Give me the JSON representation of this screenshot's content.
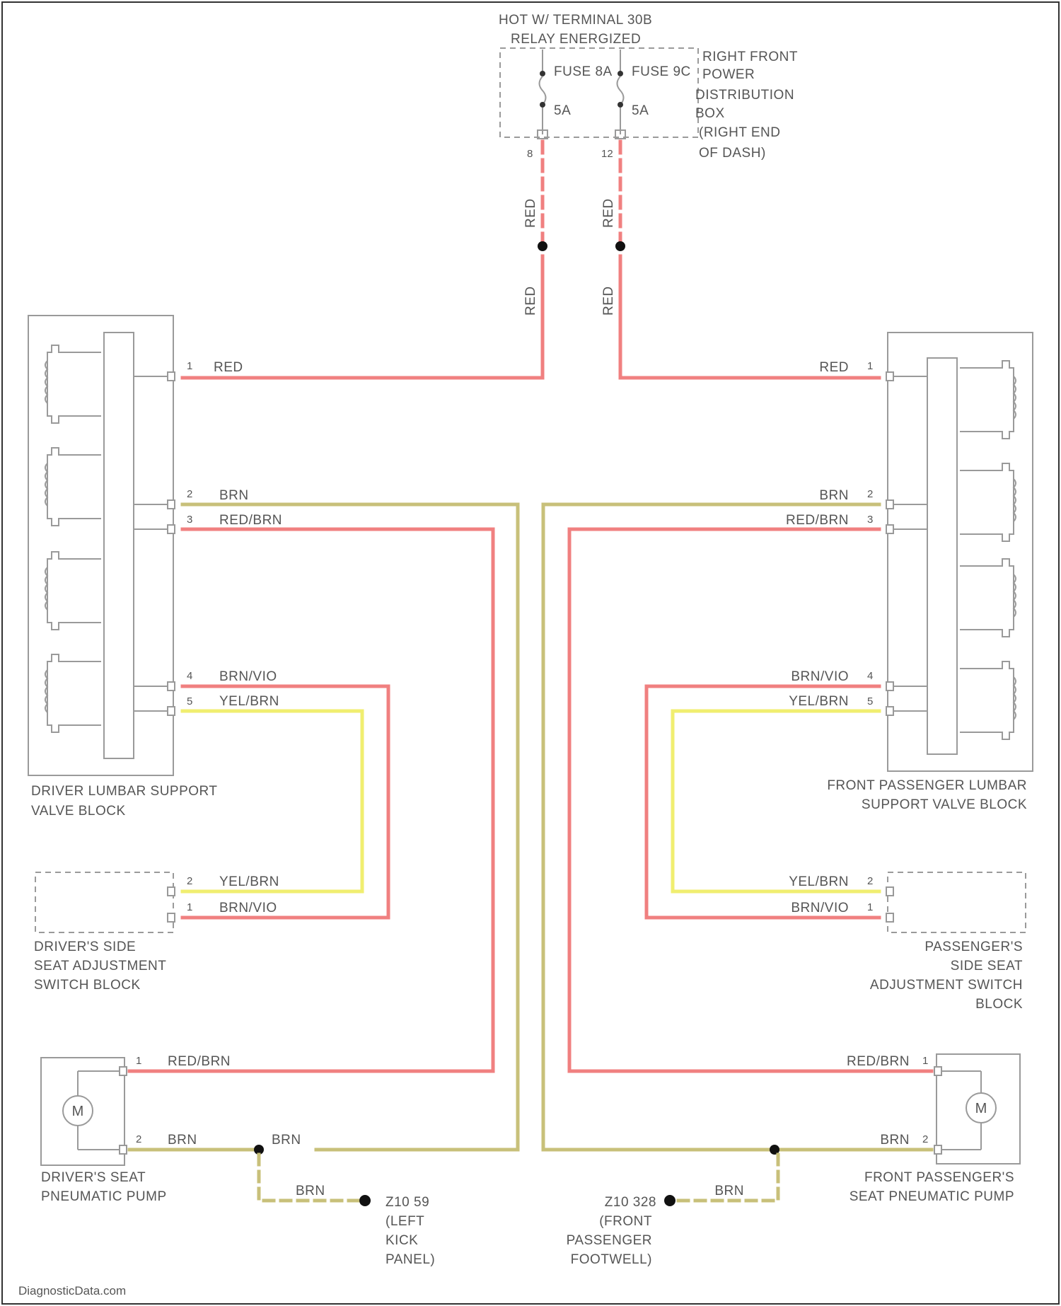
{
  "title_lines": [
    "HOT W/ TERMINAL 30B",
    "RELAY ENERGIZED"
  ],
  "fuses": [
    {
      "name": "FUSE 8A",
      "rating": "5A",
      "in_pin": "8",
      "out_pin": "8"
    },
    {
      "name": "FUSE 9C",
      "rating": "5A",
      "in_pin": "12",
      "out_pin": "12"
    }
  ],
  "power_box_label": [
    "RIGHT FRONT",
    "POWER",
    "DISTRIBUTION",
    "BOX",
    "(RIGHT END",
    "OF DASH)"
  ],
  "wire_colors": {
    "red": "RED",
    "brn": "BRN",
    "red_brn": "RED/BRN",
    "brn_vio": "BRN/VIO",
    "yel_brn": "YEL/BRN"
  },
  "colors": {
    "red": "#f08080",
    "brown": "#c8c07a",
    "yellow": "#f0ee70",
    "frame": "#9a9a9a",
    "text": "#555555"
  },
  "left_valve_block": {
    "label": [
      "DRIVER LUMBAR SUPPORT",
      "VALVE BLOCK"
    ],
    "pins": [
      "1",
      "2",
      "3",
      "4",
      "5"
    ]
  },
  "right_valve_block": {
    "label": [
      "FRONT PASSENGER LUMBAR",
      "SUPPORT VALVE BLOCK"
    ],
    "pins": [
      "1",
      "2",
      "3",
      "4",
      "5"
    ]
  },
  "left_switch_block": {
    "label": [
      "DRIVER'S SIDE",
      "SEAT ADJUSTMENT",
      "SWITCH BLOCK"
    ],
    "pins": [
      "2",
      "1"
    ]
  },
  "right_switch_block": {
    "label": [
      "PASSENGER'S",
      "SIDE SEAT",
      "ADJUSTMENT SWITCH",
      "BLOCK"
    ],
    "pins": [
      "2",
      "1"
    ]
  },
  "left_pump": {
    "label": [
      "DRIVER'S SEAT",
      "PNEUMATIC PUMP"
    ],
    "symbol": "M",
    "pins": [
      "1",
      "2"
    ]
  },
  "right_pump": {
    "label": [
      "FRONT PASSENGER'S",
      "SEAT PNEUMATIC PUMP"
    ],
    "symbol": "M",
    "pins": [
      "1",
      "2"
    ]
  },
  "left_ground": {
    "label": [
      "Z10 59",
      "(LEFT",
      "KICK",
      "PANEL)"
    ]
  },
  "right_ground": {
    "label": [
      "Z10 328",
      "(FRONT",
      "PASSENGER",
      "FOOTWELL)"
    ]
  },
  "footer": "DiagnosticData.com"
}
